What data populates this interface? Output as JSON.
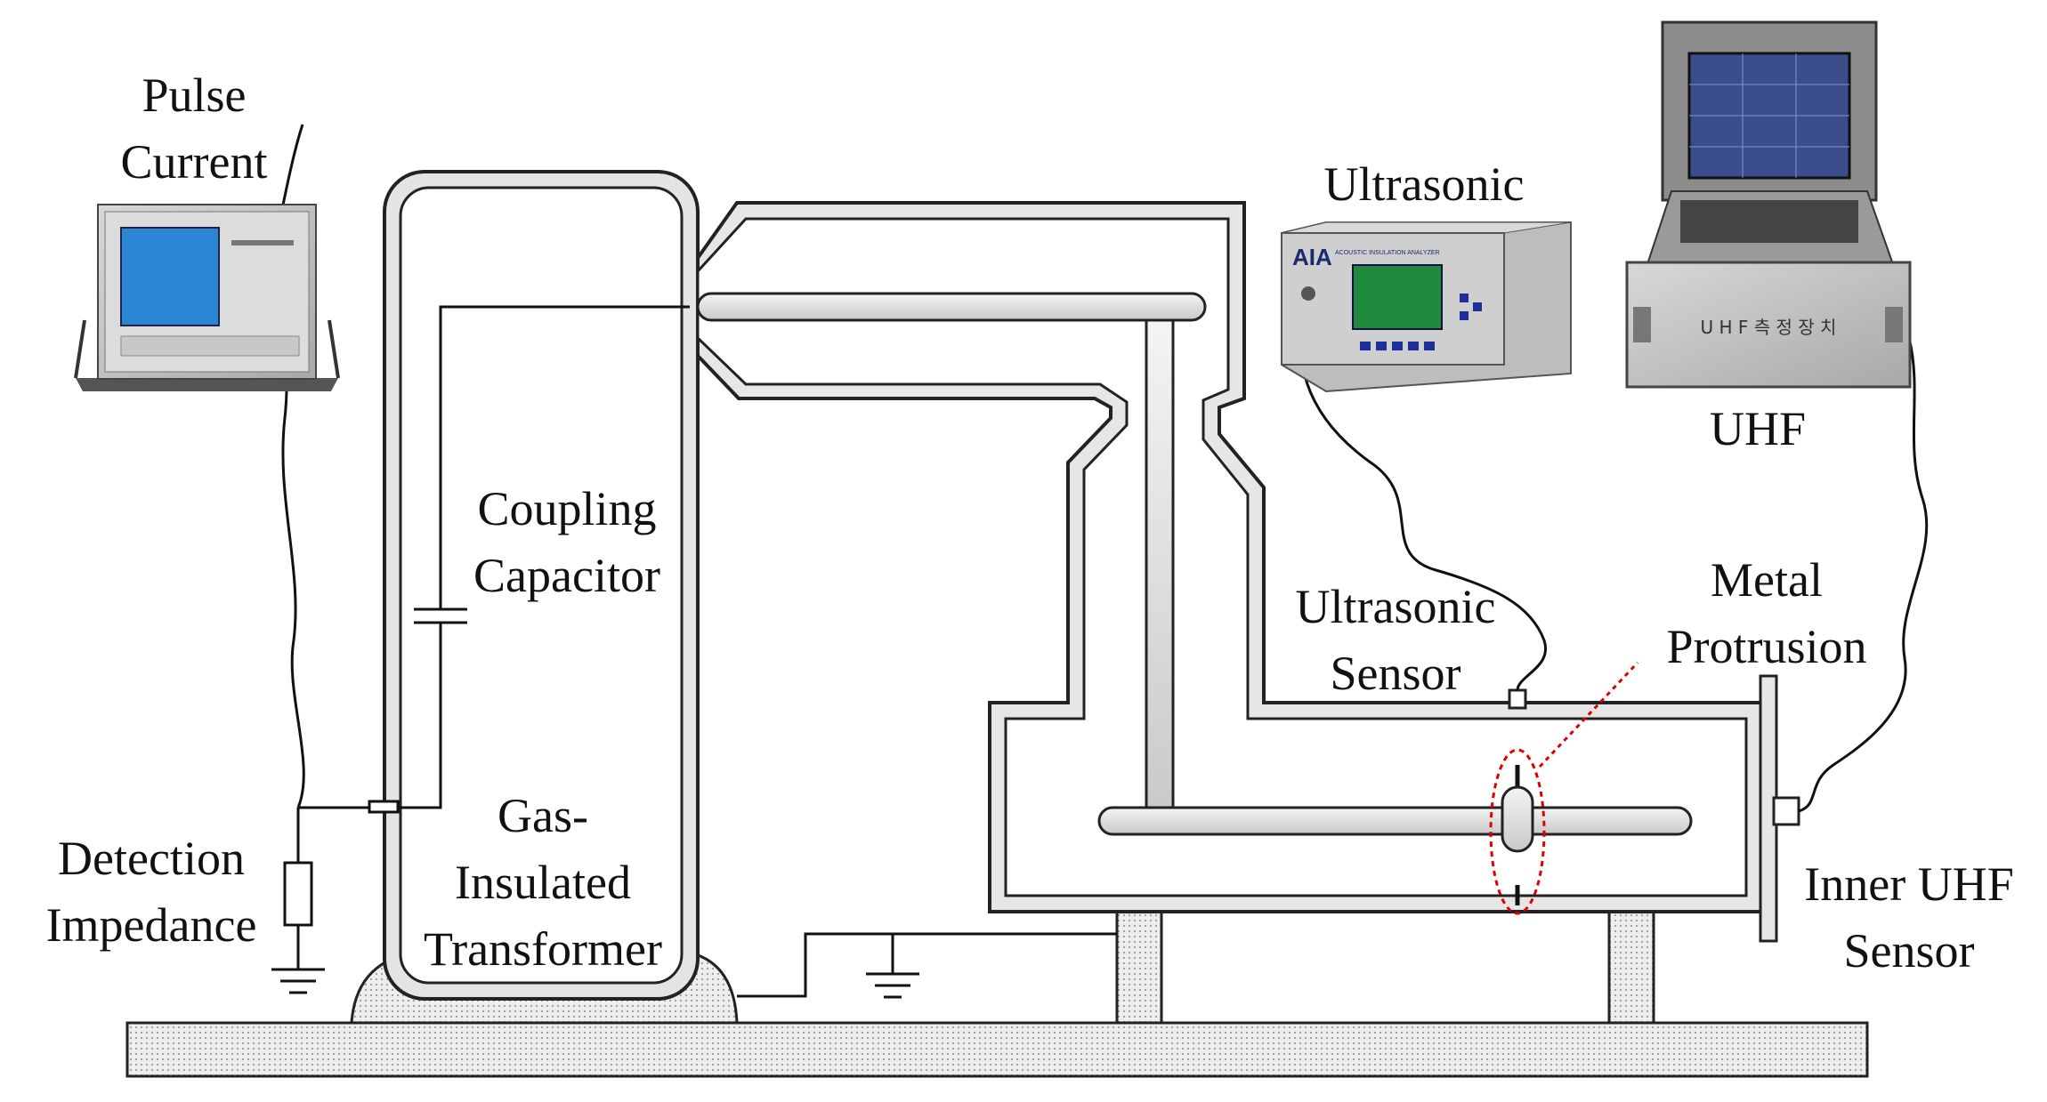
{
  "labels": {
    "pulse_current_line1": "Pulse",
    "pulse_current_line2": "Current",
    "coupling_capacitor_line1": "Coupling",
    "coupling_capacitor_line2": "Capacitor",
    "detection_impedance_line1": "Detection",
    "detection_impedance_line2": "Impedance",
    "git_line1": "Gas-",
    "git_line2": "Insulated",
    "git_line3": "Transformer",
    "ultrasonic_device": "Ultrasonic",
    "uhf_device": "UHF",
    "ultrasonic_sensor_line1": "Ultrasonic",
    "ultrasonic_sensor_line2": "Sensor",
    "metal_protrusion_line1": "Metal",
    "metal_protrusion_line2": "Protrusion",
    "inner_uhf_line1": "Inner UHF",
    "inner_uhf_line2": "Sensor"
  },
  "device_text": {
    "aia_logo": "AIA",
    "aia_header": "ACOUSTIC INSULATION ANALYZER",
    "uhf_case_text": "U H F  측 정 장 치"
  },
  "colors": {
    "line": "#1a1a1a",
    "metal_fill": "#e8e8e8",
    "base_fill": "#e6e6e6",
    "protrusion_ring": "#e00000",
    "pulse_screen": "#2a86d4",
    "ultrasonic_screen": "#1f8a3c",
    "laptop_screen": "#3b4d8a"
  },
  "icons": {
    "ground": "ground-symbol-icon",
    "capacitor": "capacitor-symbol-icon",
    "resistor": "impedance-symbol-icon"
  }
}
